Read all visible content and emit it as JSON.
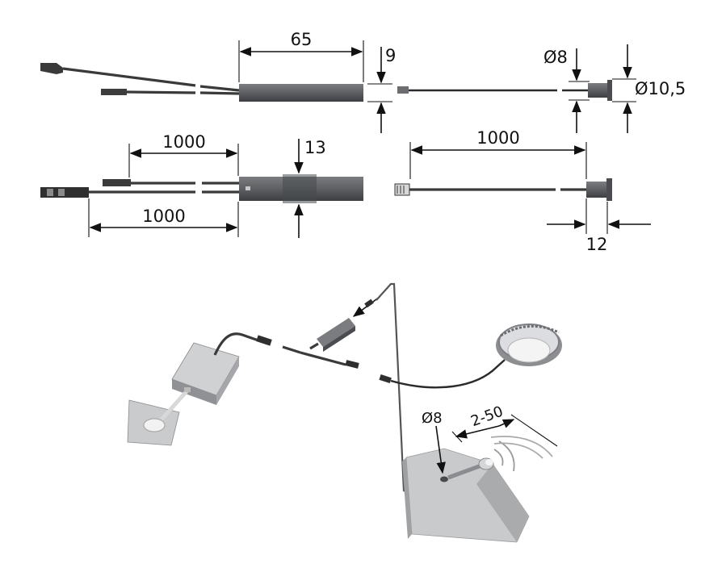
{
  "dimensions": {
    "module_length": "65",
    "module_height_side": "9",
    "sensor_hole_diameter": "Ø8",
    "sensor_head_diameter": "Ø10,5",
    "cable_length_top": "1000",
    "cable_length_bottom": "1000",
    "module_height_top": "13",
    "sensor_cable_length": "1000",
    "sensor_depth": "12",
    "mount_hole_diameter": "Ø8",
    "detection_range": "2-50"
  },
  "colors": {
    "component_dark": "#5d5f62",
    "component_light": "#b9bbbd",
    "line": "#111111"
  }
}
